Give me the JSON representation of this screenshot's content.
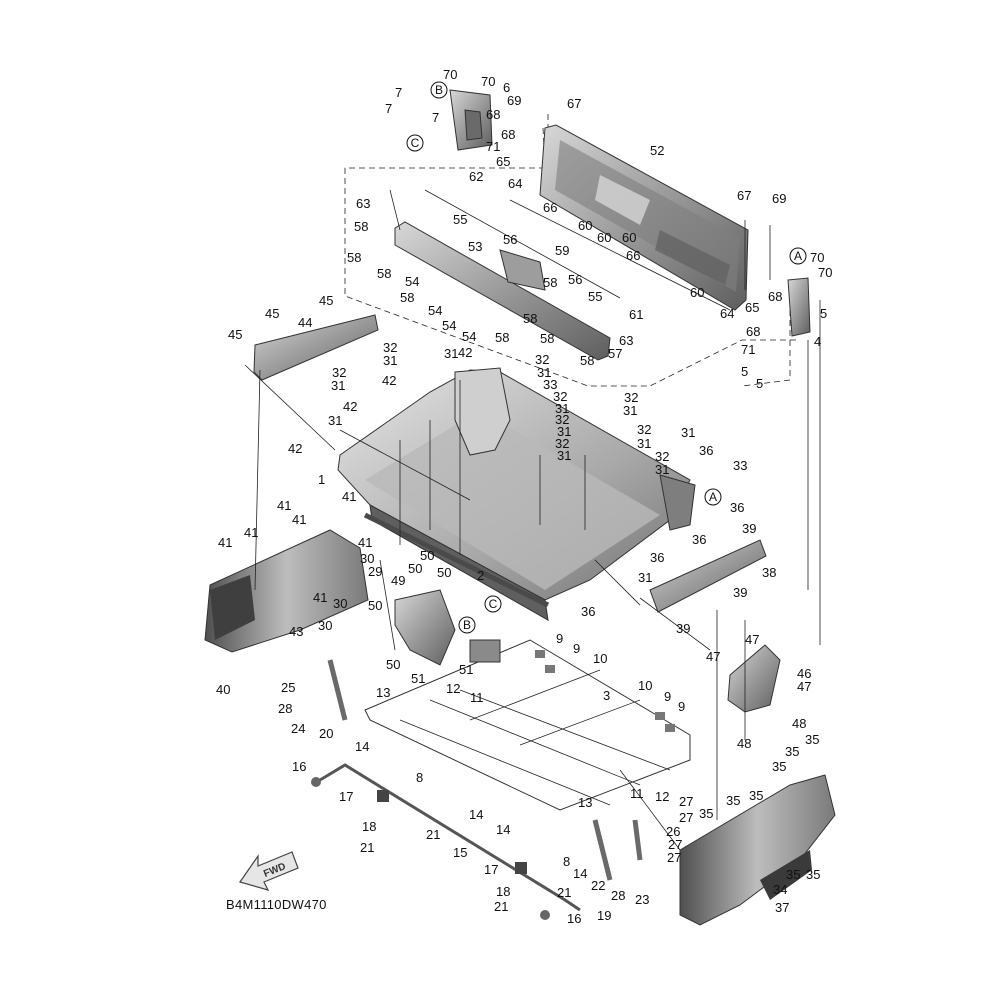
{
  "drawing_code": "B4M1110DW470",
  "fwd_label": "FWD",
  "ref_markers": [
    "A",
    "B",
    "C"
  ],
  "callouts": [
    "1",
    "2",
    "3",
    "4",
    "5",
    "6",
    "7",
    "8",
    "9",
    "10",
    "11",
    "12",
    "13",
    "14",
    "15",
    "16",
    "17",
    "18",
    "19",
    "20",
    "21",
    "22",
    "23",
    "24",
    "25",
    "26",
    "27",
    "28",
    "29",
    "30",
    "31",
    "32",
    "33",
    "34",
    "35",
    "36",
    "37",
    "38",
    "39",
    "40",
    "41",
    "42",
    "43",
    "44",
    "45",
    "46",
    "47",
    "48",
    "49",
    "50",
    "51",
    "52",
    "53",
    "54",
    "55",
    "56",
    "57",
    "58",
    "59",
    "60",
    "61",
    "62",
    "63",
    "64",
    "65",
    "66",
    "67",
    "68",
    "69",
    "70",
    "71"
  ],
  "colors": {
    "part_fill": "#8f8f8f",
    "part_light": "#c9c9c9",
    "part_dark": "#5a5a5a",
    "line": "#222222"
  }
}
